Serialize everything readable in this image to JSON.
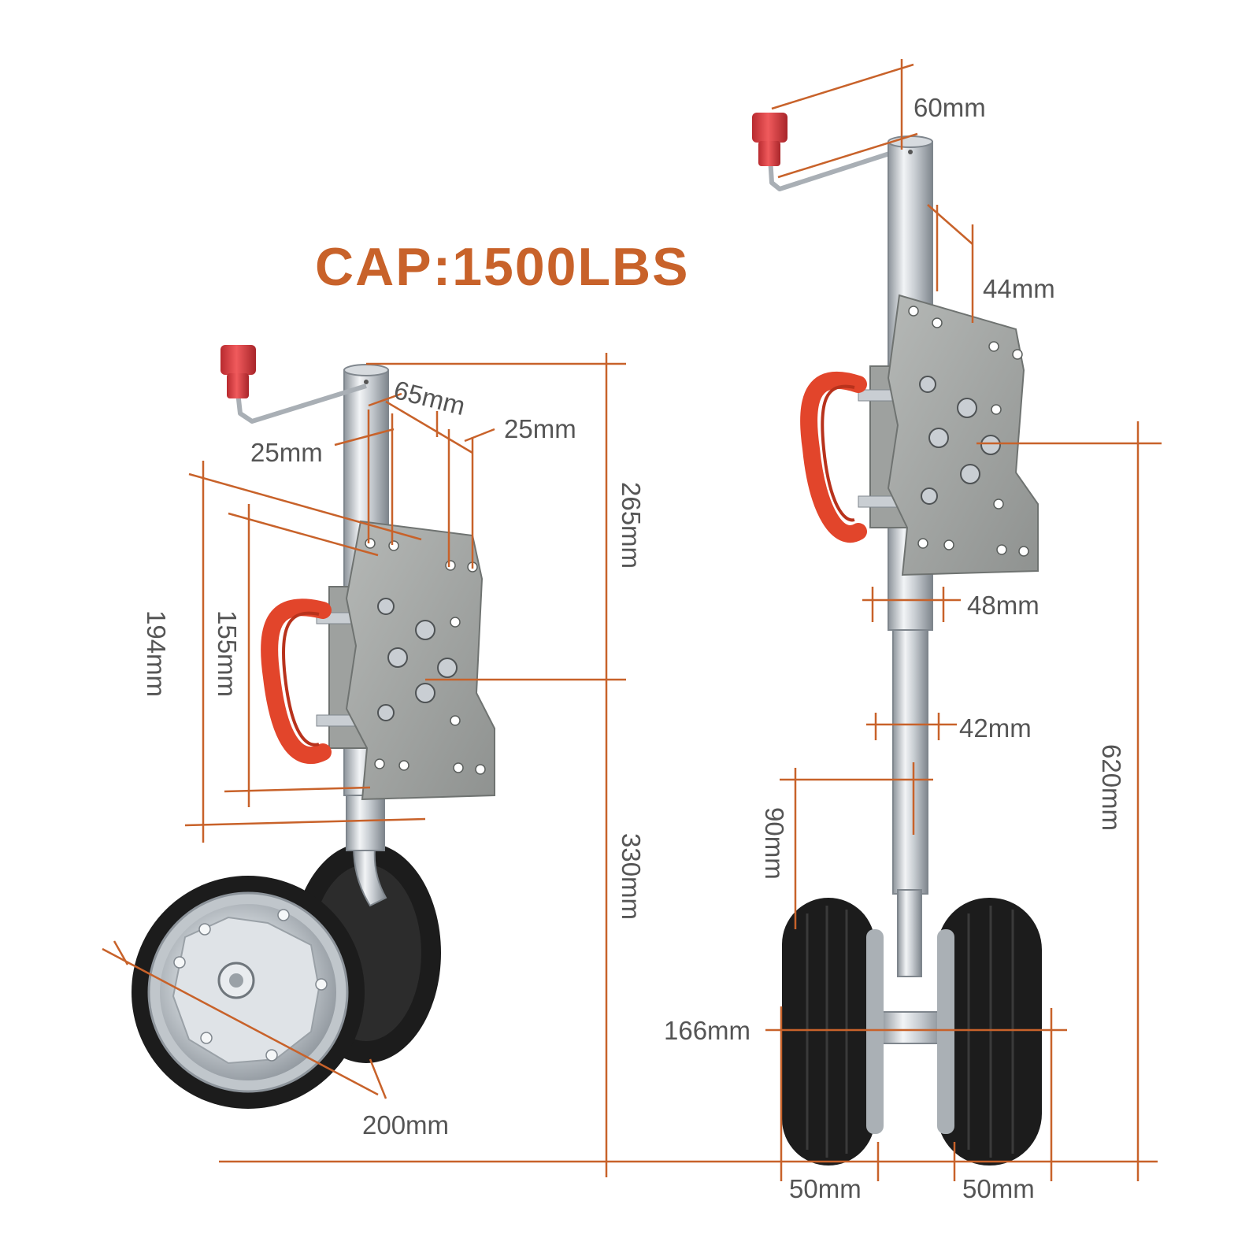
{
  "title": "CAP:1500LBS",
  "colors": {
    "accent": "#c8622a",
    "label": "#555555",
    "metal_light": "#e8ebee",
    "metal_dark": "#8d949b",
    "plate": "#a4a7a5",
    "handle": "#e2452b",
    "knob": "#d93a3d",
    "tire": "#1c1c1c"
  },
  "dimensions": {
    "d60": "60mm",
    "d44": "44mm",
    "d65": "65mm",
    "d25a": "25mm",
    "d25b": "25mm",
    "d265": "265mm",
    "d194": "194mm",
    "d155": "155mm",
    "d330": "330mm",
    "d200": "200mm",
    "d48": "48mm",
    "d42": "42mm",
    "d620": "620mm",
    "d90": "90mm",
    "d166": "166mm",
    "d50a": "50mm",
    "d50b": "50mm"
  }
}
